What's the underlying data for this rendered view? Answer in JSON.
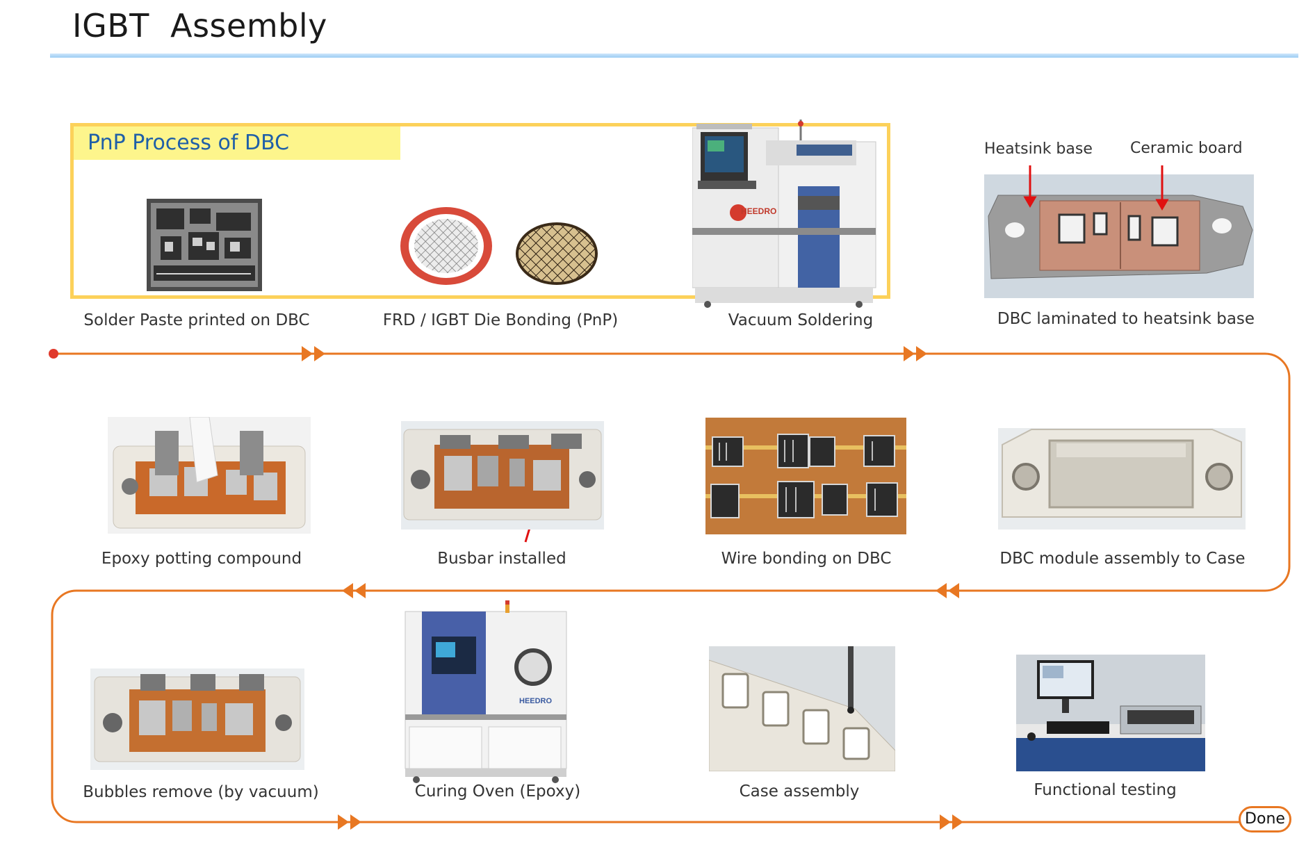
{
  "title": "IGBT  Assembly",
  "pnp_title": "PnP Process of DBC",
  "steps": {
    "solder_paste": "Solder Paste printed on DBC",
    "die_bonding": "FRD / IGBT Die Bonding (PnP)",
    "vacuum_soldering": "Vacuum Soldering",
    "dbc_laminated": "DBC laminated to heatsink base",
    "dbc_to_case": "DBC module assembly  to Case",
    "wire_bonding": "Wire bonding on DBC",
    "busbar": "Busbar installed",
    "epoxy": "Epoxy potting compound",
    "bubbles": "Bubbles remove (by vacuum)",
    "curing": "Curing Oven (Epoxy)",
    "case_assembly": "Case assembly",
    "functional": "Functional testing"
  },
  "labels": {
    "heatsink_base": "Heatsink base",
    "ceramic_board": "Ceramic board"
  },
  "machine_brand": "HEEDRO",
  "done": "Done",
  "colors": {
    "flow": "#e87722",
    "arrow_red": "#e01010",
    "pnp_border": "#fcd15a",
    "pnp_fill": "#fdf58c"
  }
}
